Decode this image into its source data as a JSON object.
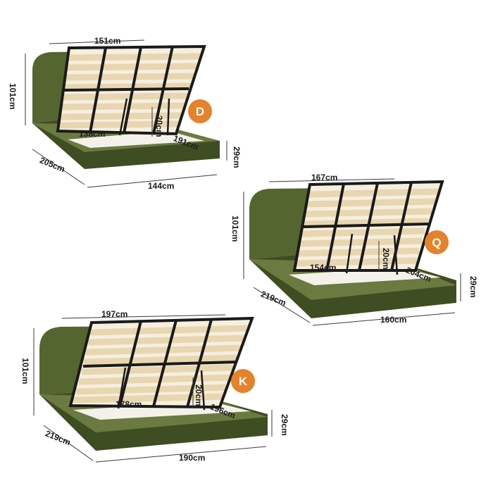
{
  "colors": {
    "fabric": "#55652f",
    "fabric_dark": "#3f4d22",
    "fabric_light": "#6b7a40",
    "frame": "#1a1a1a",
    "slat": "#e8d6b0",
    "badge": "#e5822a",
    "background": "#ffffff"
  },
  "beds": [
    {
      "size_badge": "D",
      "dims": {
        "top_width": "151cm",
        "height": "101cm",
        "length": "205cm",
        "front_width": "144cm",
        "base_height": "29cm",
        "lift_height": "20cm",
        "inner_width": "138cm",
        "inner_length": "191cm"
      }
    },
    {
      "size_badge": "Q",
      "dims": {
        "top_width": "167cm",
        "height": "101cm",
        "length": "219cm",
        "front_width": "160cm",
        "base_height": "29cm",
        "lift_height": "20cm",
        "inner_width": "154cm",
        "inner_length": "204cm"
      }
    },
    {
      "size_badge": "K",
      "dims": {
        "top_width": "197cm",
        "height": "101cm",
        "length": "219cm",
        "front_width": "190cm",
        "base_height": "29cm",
        "lift_height": "20cm",
        "inner_width": "178cm",
        "inner_length": "196cm"
      }
    }
  ]
}
